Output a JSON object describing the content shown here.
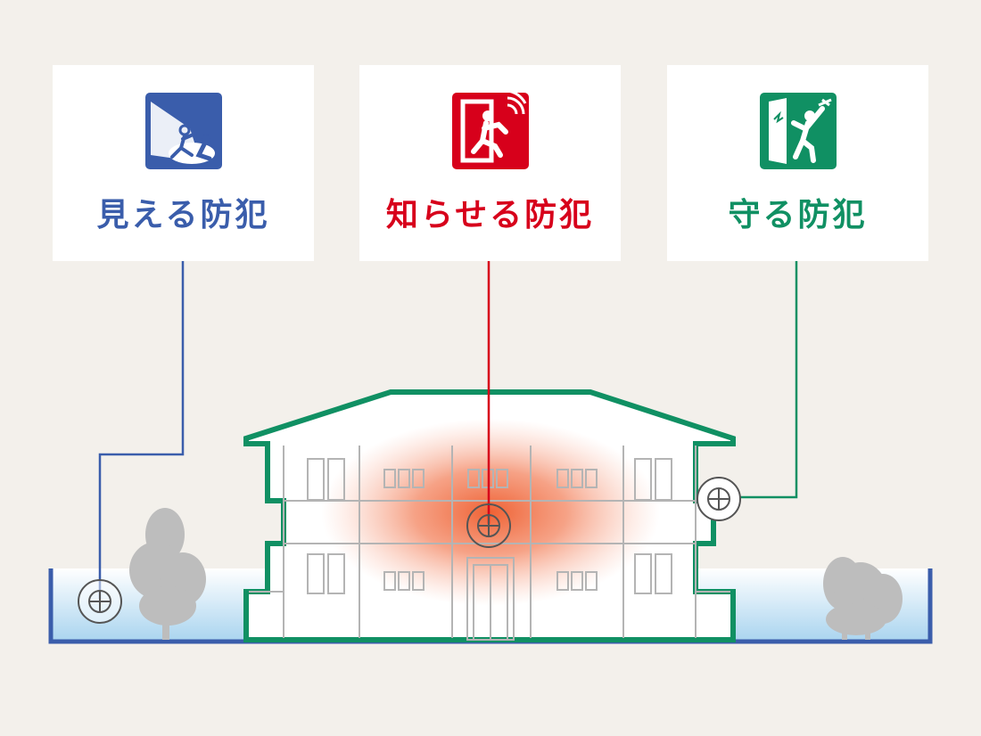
{
  "colors": {
    "background": "#f3f0eb",
    "blue": "#3a5dab",
    "red": "#d7001b",
    "green": "#109063",
    "building_outline": "#109063",
    "ground": "#3a5dab",
    "tree": "#bdbdbd"
  },
  "cards": [
    {
      "id": "visible",
      "label": "見える防犯",
      "icon": "spotlight-intruder-icon",
      "color": "#3a5dab"
    },
    {
      "id": "notify",
      "label": "知らせる防犯",
      "icon": "alarm-intruder-icon",
      "color": "#d7001b"
    },
    {
      "id": "protect",
      "label": "守る防犯",
      "icon": "door-break-in-icon",
      "color": "#109063"
    }
  ]
}
